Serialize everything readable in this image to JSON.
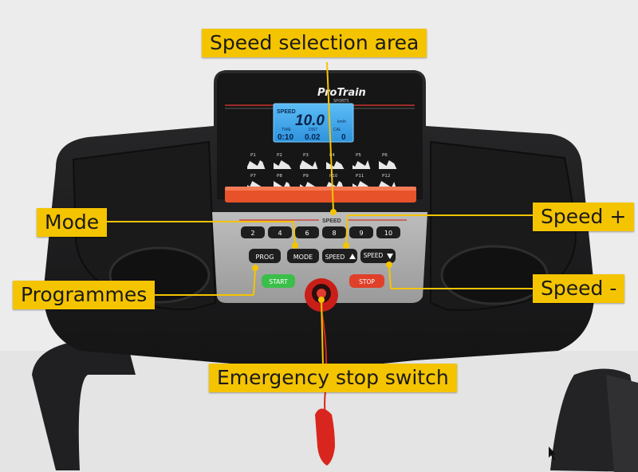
{
  "console": {
    "brand": "ProTrain",
    "brand_sub": "SPORTS",
    "display": {
      "speed_tag": "SPEED",
      "speed_value": "10.0",
      "speed_unit": "km/h",
      "time_tag": "TIME",
      "dist_tag": "DIST",
      "cal_tag": "CAL",
      "time_value": "0:10",
      "dist_value": "0.02",
      "cal_value": "0"
    },
    "programs": [
      "P1",
      "P2",
      "P3",
      "P4",
      "P5",
      "P6",
      "P7",
      "P8",
      "P9",
      "P10",
      "P11",
      "P12"
    ],
    "panel_label": "SPEED",
    "speed_keys": [
      "2",
      "4",
      "6",
      "8",
      "9",
      "10"
    ],
    "buttons": {
      "prog": "PROG",
      "mode": "MODE",
      "speed_up": "SPEED",
      "speed_down": "SPEED",
      "start": "START",
      "stop": "STOP"
    }
  },
  "callouts": {
    "speed_selection": "Speed selection area",
    "mode": "Mode",
    "speed_plus": "Speed +",
    "programmes": "Programmes",
    "speed_minus": "Speed -",
    "emergency": "Emergency stop switch"
  },
  "colors": {
    "callout_bg": "#f5c400",
    "leader_line": "#f5c400",
    "console_body": "#1c1c1e",
    "display_bg": "#3fa9ee",
    "accent_bar": "#e8522a",
    "start_button": "#3bbf4a",
    "stop_button": "#e0402a",
    "safety_key": "#d8261e"
  },
  "icons": {
    "speed_up": "triangle-up-icon",
    "speed_down": "triangle-down-icon",
    "cursor": "mouse-pointer-icon"
  }
}
